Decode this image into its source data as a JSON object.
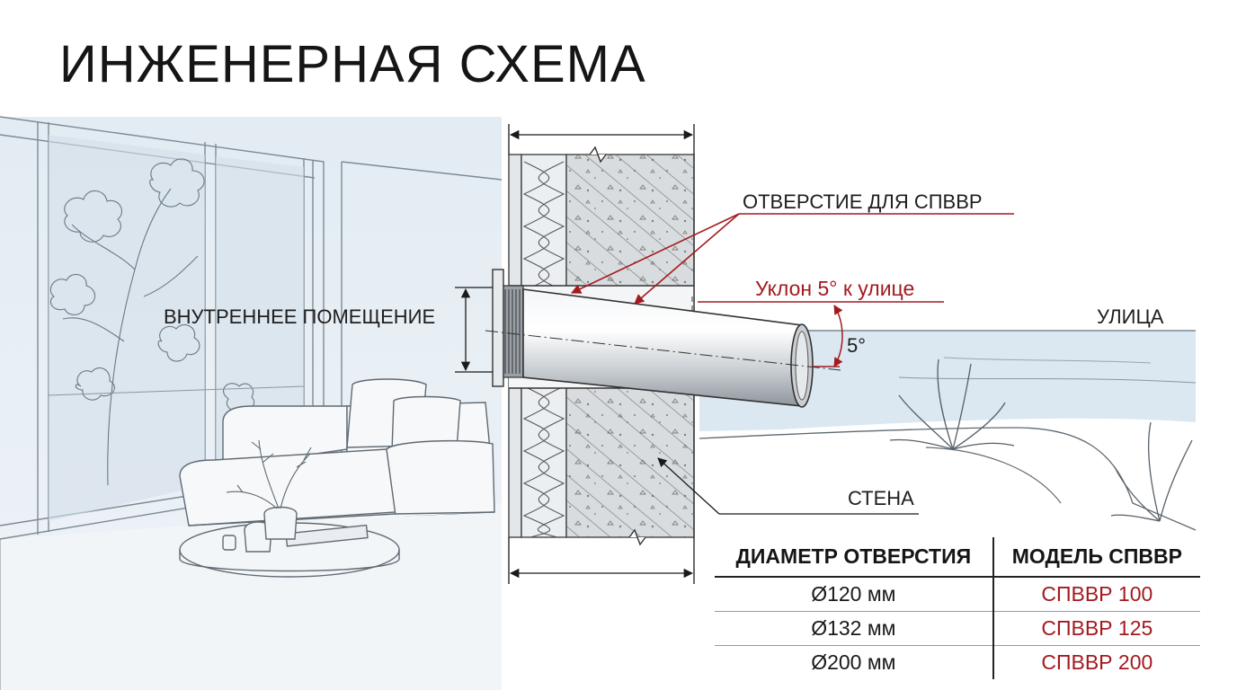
{
  "title": "ИНЖЕНЕРНАЯ СХЕМА",
  "labels": {
    "indoor": "ВНУТРЕННЕЕ ПОМЕЩЕНИЕ",
    "hole": "ОТВЕРСТИЕ ДЛЯ СПВВР",
    "slope": "Уклон 5° к улице",
    "outdoor": "УЛИЦА",
    "angle": "5°",
    "wall": "СТЕНА"
  },
  "table": {
    "headers": [
      "ДИАМЕТР ОТВЕРСТИЯ",
      "МОДЕЛЬ СПВВР"
    ],
    "rows": [
      {
        "diameter": "Ø120 мм",
        "model": "СПВВР 100"
      },
      {
        "diameter": "Ø132 мм",
        "model": "СПВВР 125"
      },
      {
        "diameter": "Ø200 мм",
        "model": "СПВВР 200"
      }
    ]
  },
  "colors": {
    "accent_red": "#a31a1f",
    "sketch_blue": "#dbe6ef",
    "wall_gray": "#d6d9dc",
    "insulation": "#e9ecef"
  }
}
